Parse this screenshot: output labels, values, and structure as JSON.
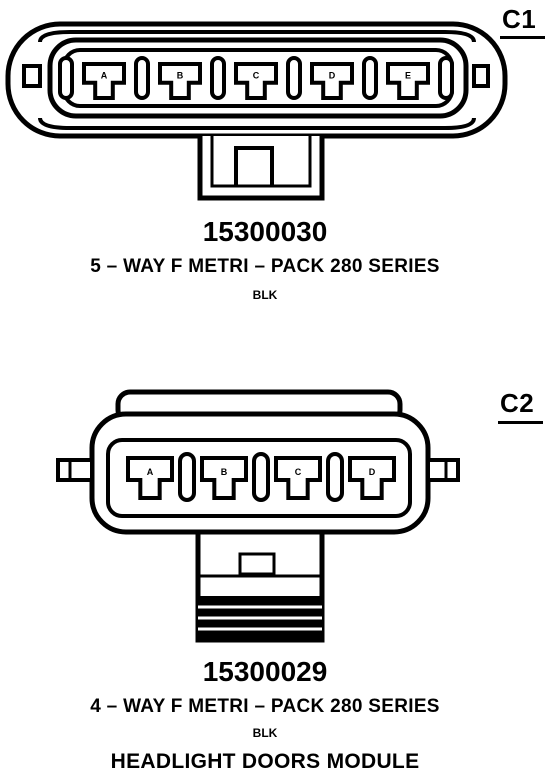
{
  "connectors": [
    {
      "tag": "C1",
      "part_number": "15300030",
      "description": "5 – WAY F METRI – PACK 280 SERIES",
      "color": "BLK",
      "module": "",
      "pins": [
        "A",
        "B",
        "C",
        "D",
        "E"
      ]
    },
    {
      "tag": "C2",
      "part_number": "15300029",
      "description": "4 – WAY F METRI – PACK 280 SERIES",
      "color": "BLK",
      "module": "HEADLIGHT DOORS MODULE",
      "pins": [
        "A",
        "B",
        "C",
        "D"
      ]
    }
  ]
}
